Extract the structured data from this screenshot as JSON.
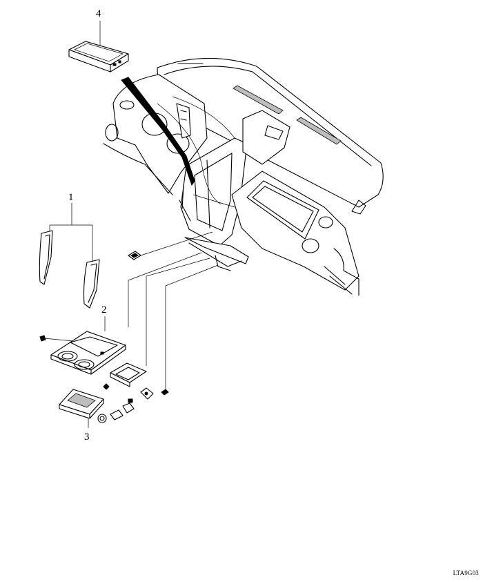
{
  "callouts": [
    {
      "id": "1",
      "label": "1"
    },
    {
      "id": "2",
      "label": "2"
    },
    {
      "id": "3",
      "label": "3"
    },
    {
      "id": "4",
      "label": "4"
    }
  ],
  "drawing_code": "LTA9G03"
}
